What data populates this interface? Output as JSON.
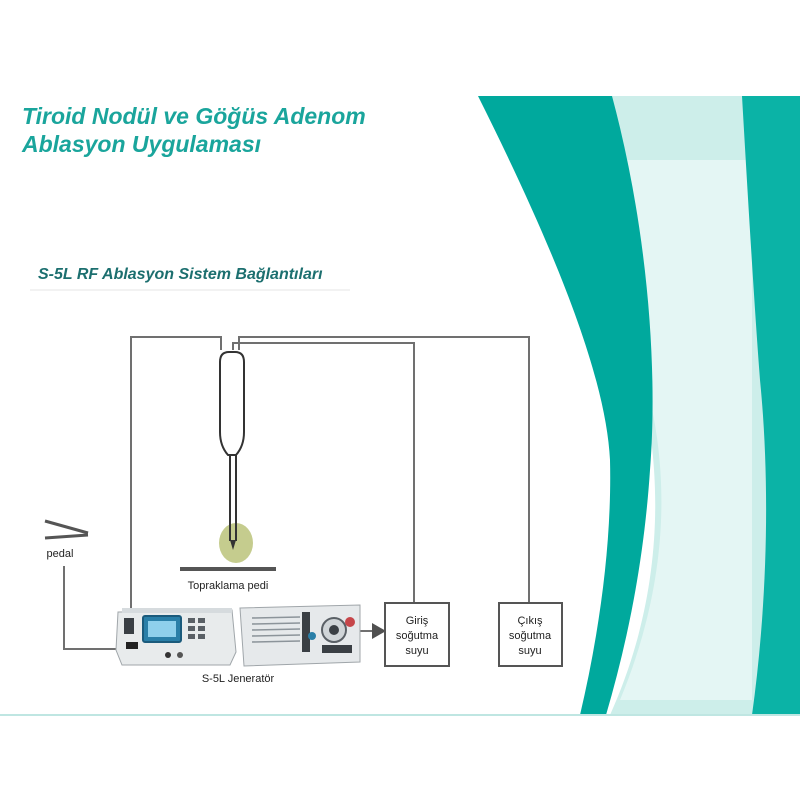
{
  "header": {
    "title_line1": "Tiroid Nodül ve Göğüs Adenom",
    "title_line2": "Ablasyon Uygulaması",
    "subtitle": "S-5L RF Ablasyon Sistem Bağlantıları"
  },
  "diagram": {
    "pedal_label": "pedal",
    "grounding_label": "Topraklama pedi",
    "generator_label": "S-5L Jeneratör",
    "inlet_box": [
      "Giriş",
      "soğutma",
      "suyu"
    ],
    "outlet_box": [
      "Çıkış",
      "soğutma",
      "suyu"
    ]
  },
  "colors": {
    "title": "#1aa59c",
    "subtitle": "#1c6f6f",
    "teal_dark": "#00a99d",
    "teal_light": "#cdeeea",
    "line": "#707070",
    "target": "#c5cc8e"
  }
}
